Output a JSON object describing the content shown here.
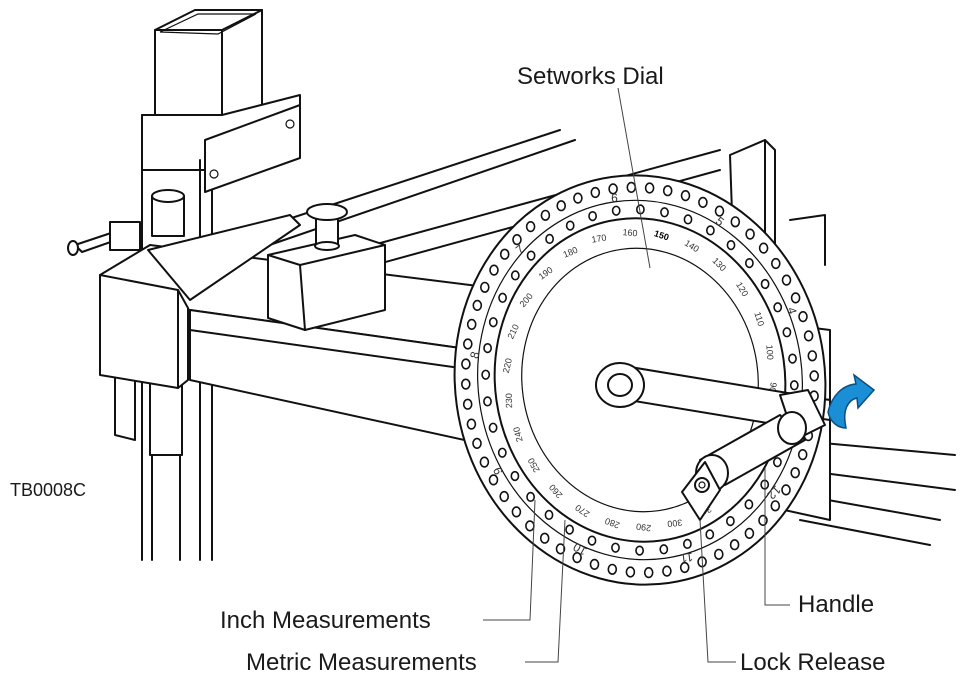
{
  "labels": {
    "setworks_dial": "Setworks Dial",
    "handle": "Handle",
    "inch_measurements": "Inch Measurements",
    "metric_measurements": "Metric Measurements",
    "lock_release": "Lock Release",
    "figure_code": "TB0008C"
  },
  "dial": {
    "metric_ticks": [
      "90",
      "100",
      "110",
      "120",
      "130",
      "140",
      "150",
      "160",
      "170",
      "180",
      "190",
      "200",
      "210",
      "220",
      "230",
      "240",
      "250",
      "260",
      "270",
      "280",
      "290",
      "300",
      "310"
    ],
    "highlighted_tick": "150",
    "inch_ticks": [
      "4",
      "5",
      "6",
      "7",
      "8",
      "9",
      "10",
      "11",
      "12"
    ]
  },
  "colors": {
    "arrow": "#1a8fd6",
    "line": "#111111"
  }
}
